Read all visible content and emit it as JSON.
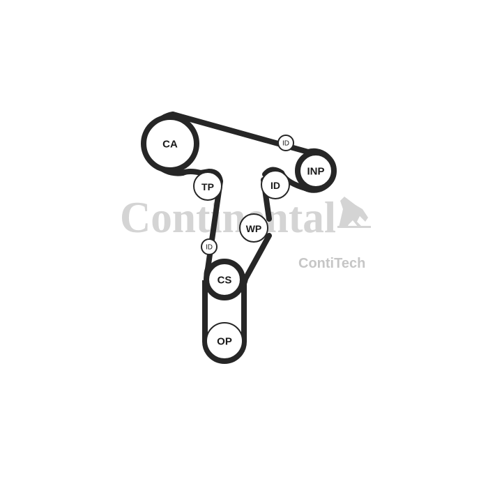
{
  "watermark": {
    "brand": "Continental",
    "sub_brand": "ContiTech"
  },
  "pulleys": [
    {
      "id": "ca",
      "label": "CA"
    },
    {
      "id": "id-top",
      "label": "ID"
    },
    {
      "id": "inp",
      "label": "INP"
    },
    {
      "id": "tp",
      "label": "TP"
    },
    {
      "id": "id-right",
      "label": "ID"
    },
    {
      "id": "wp",
      "label": "WP"
    },
    {
      "id": "id-left",
      "label": "ID"
    },
    {
      "id": "cs",
      "label": "CS"
    },
    {
      "id": "op",
      "label": "OP"
    }
  ],
  "colors": {
    "belt": "#262626",
    "pulley_outline": "#262626",
    "watermark": "#d4d4d4"
  }
}
